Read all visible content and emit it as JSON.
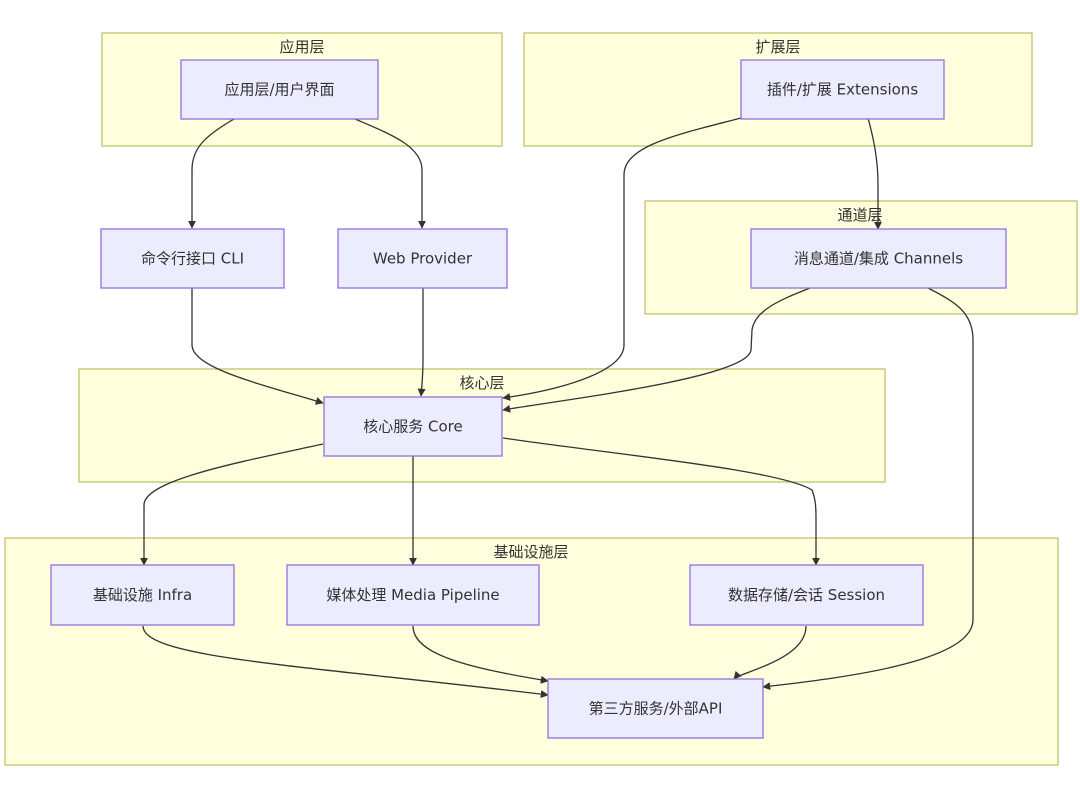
{
  "diagram": {
    "type": "flowchart",
    "direction": "top-down",
    "colors": {
      "cluster_fill": "#ffffde",
      "cluster_border": "#c2c26a",
      "node_fill": "#ececff",
      "node_border": "#9370db",
      "edge": "#333333",
      "text": "#333333"
    },
    "clusters": [
      {
        "id": "app",
        "label": "应用层"
      },
      {
        "id": "ext",
        "label": "扩展层"
      },
      {
        "id": "chan",
        "label": "通道层"
      },
      {
        "id": "core",
        "label": "核心层"
      },
      {
        "id": "infra",
        "label": "基础设施层"
      }
    ],
    "nodes": [
      {
        "id": "ui",
        "label": "应用层/用户界面",
        "cluster": "app"
      },
      {
        "id": "ext",
        "label": "插件/扩展 Extensions",
        "cluster": "ext"
      },
      {
        "id": "cli",
        "label": "命令行接口 CLI",
        "cluster": ""
      },
      {
        "id": "web",
        "label": "Web Provider",
        "cluster": ""
      },
      {
        "id": "chan",
        "label": "消息通道/集成 Channels",
        "cluster": "chan"
      },
      {
        "id": "core",
        "label": "核心服务 Core",
        "cluster": "core"
      },
      {
        "id": "infra",
        "label": "基础设施 Infra",
        "cluster": "infra"
      },
      {
        "id": "media",
        "label": "媒体处理 Media Pipeline",
        "cluster": "infra"
      },
      {
        "id": "session",
        "label": "数据存储/会话 Session",
        "cluster": "infra"
      },
      {
        "id": "api",
        "label": "第三方服务/外部API",
        "cluster": "infra"
      }
    ],
    "edges": [
      {
        "from": "ui",
        "to": "cli"
      },
      {
        "from": "ui",
        "to": "web"
      },
      {
        "from": "ext",
        "to": "core"
      },
      {
        "from": "ext",
        "to": "chan"
      },
      {
        "from": "cli",
        "to": "core"
      },
      {
        "from": "web",
        "to": "core"
      },
      {
        "from": "chan",
        "to": "core"
      },
      {
        "from": "chan",
        "to": "api"
      },
      {
        "from": "core",
        "to": "infra"
      },
      {
        "from": "core",
        "to": "media"
      },
      {
        "from": "core",
        "to": "session"
      },
      {
        "from": "infra",
        "to": "api"
      },
      {
        "from": "media",
        "to": "api"
      },
      {
        "from": "session",
        "to": "api"
      }
    ]
  }
}
